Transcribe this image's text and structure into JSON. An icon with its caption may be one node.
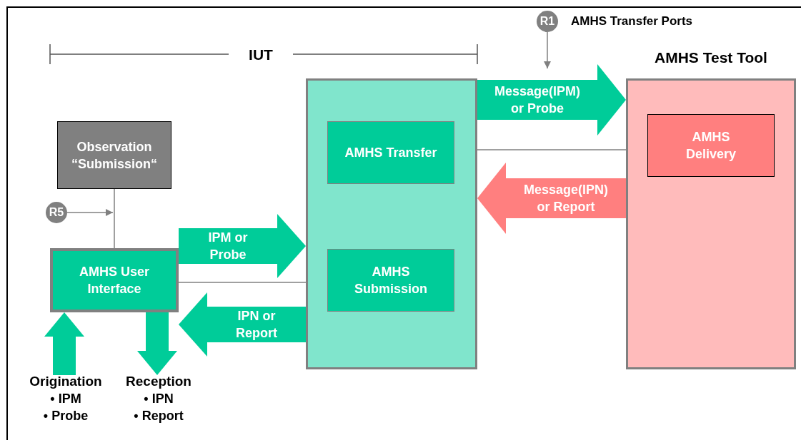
{
  "diagram": {
    "nodes": [
      {
        "text": [
          "Observation “Submission“"
        ]
      },
      {
        "text": [
          "AMHS User Interface"
        ]
      },
      {
        "text": [],
        "shape": "box"
      },
      {
        "text": [
          "AMHS Transfer"
        ],
        "in": 2
      },
      {
        "text": [
          "AMHS Submission"
        ],
        "in": 2
      },
      {
        "text": [
          "AMHS Test Tool"
        ]
      },
      {
        "text": [
          "AMHS Delivery"
        ],
        "in": 5
      },
      {
        "text": [
          "R5"
        ]
      },
      {
        "text": [
          "R1"
        ],
        "beside": [
          "AMHS Transfer Ports"
        ]
      },
      {
        "text": [
          "Origination",
          "• IPM",
          "• Probe"
        ]
      },
      {
        "text": [
          "Reception",
          "• IPN",
          "• Report"
        ]
      }
    ],
    "edges": [
      {
        "from": 0,
        "to": 1,
        "arrow": "none",
        "color": "#808080"
      },
      {
        "from": 7,
        "to": null,
        "arrow": "to",
        "color": "#808080"
      },
      {
        "from": 1,
        "to": 2,
        "arrow": "none",
        "color": "#808080"
      },
      {
        "from": 2,
        "to": 5,
        "arrow": "none",
        "color": "#808080"
      },
      {
        "from": 8,
        "to": null,
        "arrow": "to",
        "color": "#808080"
      },
      {
        "from": 1,
        "to": 2,
        "arrow": "to",
        "label": "IPM or Probe",
        "color": "#00cc99"
      },
      {
        "from": 2,
        "to": 1,
        "arrow": "to",
        "label": "IPN or Report",
        "color": "#00cc99"
      },
      {
        "from": 2,
        "to": 5,
        "arrow": "to",
        "label": "Message(IPM) or Probe",
        "color": "#00cc99"
      },
      {
        "from": 5,
        "to": 2,
        "arrow": "to",
        "label": "Message(IPN) or Report",
        "color": "#ff7f7f"
      },
      {
        "from": 9,
        "to": 1,
        "arrow": "to",
        "color": "#00cc99"
      },
      {
        "from": 1,
        "to": 10,
        "arrow": "to",
        "color": "#00cc99"
      }
    ],
    "labels": [
      "IUT"
    ]
  }
}
